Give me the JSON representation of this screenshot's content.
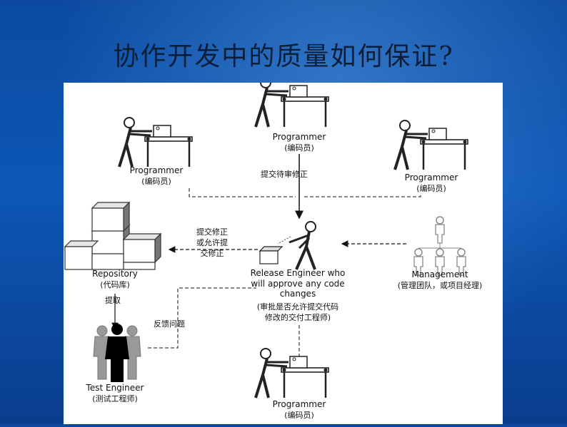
{
  "slide": {
    "title": "协作开发中的质量如何保证?"
  },
  "diagram": {
    "programmer_top": {
      "name": "Programmer",
      "sub": "(编码员)"
    },
    "programmer_left": {
      "name": "Programmer",
      "sub": "(编码员)"
    },
    "programmer_right": {
      "name": "Programmer",
      "sub": "(编码员)"
    },
    "programmer_bottom": {
      "name": "Programmer",
      "sub": "(编码员)"
    },
    "repository": {
      "name": "Repository",
      "sub": "(代码库)"
    },
    "release_engineer": {
      "line1": "Release Engineer who",
      "line2": "will approve any code",
      "line3": "changes",
      "sub1": "(审批是否允许提交代码",
      "sub2": "修改的交付工程师)"
    },
    "management": {
      "name": "Management",
      "sub": "(管理团队，或项目经理)"
    },
    "test_engineer": {
      "name": "Test Engineer",
      "sub": "(测试工程师)"
    },
    "labels": {
      "submit_pending": "提交待审修正",
      "commit_line1": "提交修正",
      "commit_line2": "或允许提",
      "commit_line3": "交修正",
      "fetch": "提取",
      "feedback": "反馈问题"
    }
  }
}
